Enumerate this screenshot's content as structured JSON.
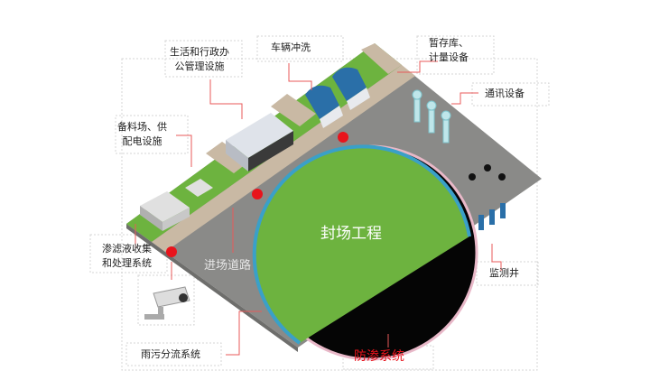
{
  "labels": {
    "admin": [
      "生活和行政办",
      "公管理设施"
    ],
    "wash": "车辆冲洗",
    "storage": [
      "暂存库、",
      "计量设备"
    ],
    "comm": "通讯设备",
    "supply": [
      "备料场、供",
      "配电设施"
    ],
    "leachate": [
      "渗滤液收集",
      "和处理系统"
    ],
    "road": "进场道路",
    "closure": "封场工程",
    "well": "监测井",
    "rain": "雨污分流系统",
    "seepage": "防渗系统"
  },
  "colors": {
    "green": "#6db33f",
    "road": "#c9b9a4",
    "ground": "#8a8a88",
    "pit": "#050505",
    "rim": "#3aa0c8",
    "accent": "#e8141c",
    "leader": "#e85a5a"
  }
}
